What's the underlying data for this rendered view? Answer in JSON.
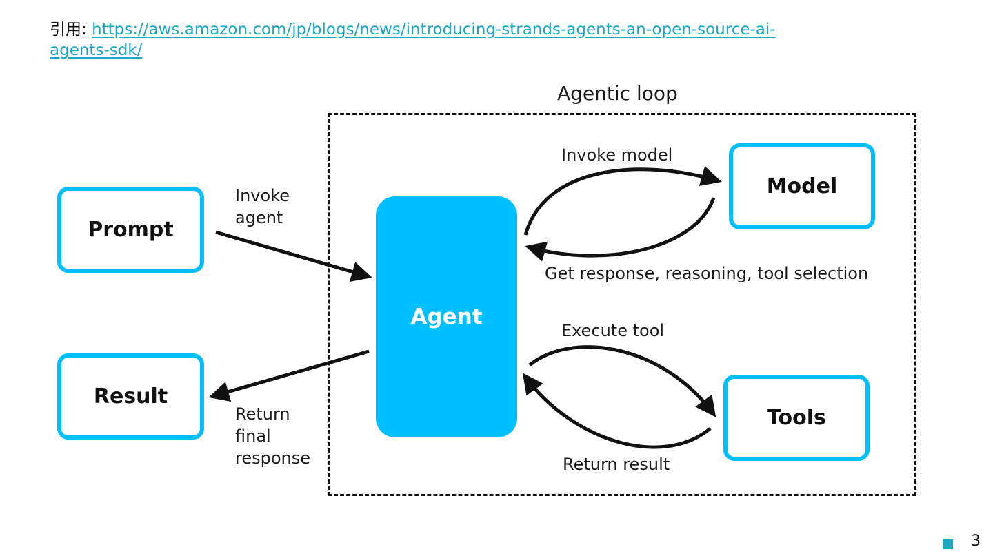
{
  "citation": {
    "prefix": "引用: ",
    "url": "https://aws.amazon.com/jp/blogs/news/introducing-strands-agents-an-open-source-ai-agents-sdk/"
  },
  "diagram": {
    "loop_title": "Agentic loop",
    "nodes": {
      "prompt": "Prompt",
      "result": "Result",
      "agent": "Agent",
      "model": "Model",
      "tools": "Tools"
    },
    "edges": {
      "invoke_agent": [
        "Invoke",
        "agent"
      ],
      "return_final": [
        "Return",
        "final",
        "response"
      ],
      "invoke_model": "Invoke model",
      "get_response": "Get response, reasoning, tool selection",
      "execute_tool": "Execute tool",
      "return_result": "Return result"
    },
    "colors": {
      "accent": "#00bfff",
      "link": "#1aa7c4",
      "text": "#111111"
    }
  },
  "footer": {
    "page_number": "3"
  }
}
